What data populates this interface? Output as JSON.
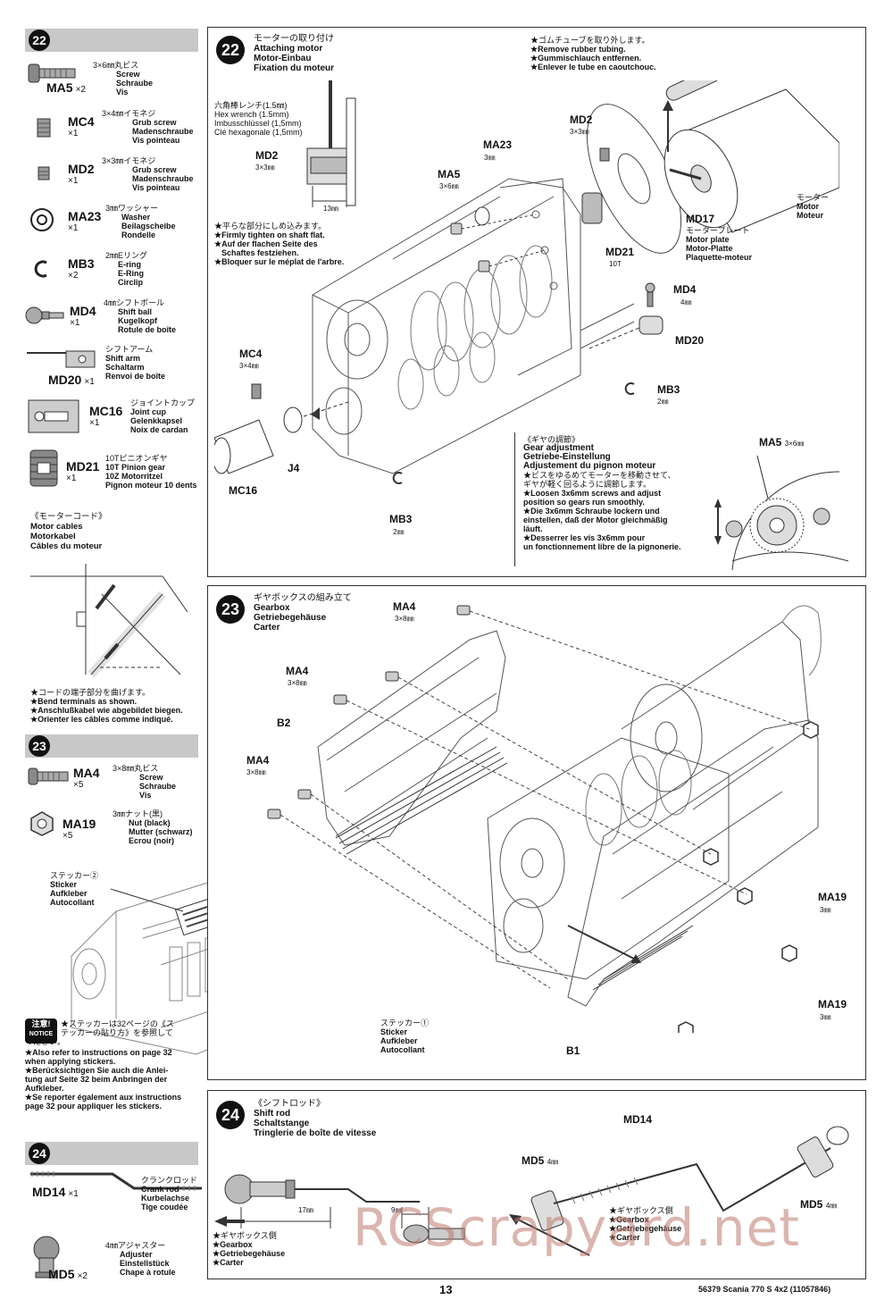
{
  "step22": {
    "number": "22",
    "titles": [
      "モーターの取り付け",
      "Attaching motor",
      "Motor-Einbau",
      "Fixation du moteur"
    ],
    "parts": [
      {
        "code": "MA5",
        "qty": "×2",
        "desc": [
          "3×6㎜丸ビス",
          "Screw",
          "Schraube",
          "Vis"
        ]
      },
      {
        "code": "MC4",
        "qty": "×1",
        "desc": [
          "3×4㎜イモネジ",
          "Grub screw",
          "Madenschraube",
          "Vis pointeau"
        ]
      },
      {
        "code": "MD2",
        "qty": "×1",
        "desc": [
          "3×3㎜イモネジ",
          "Grub screw",
          "Madenschraube",
          "Vis pointeau"
        ]
      },
      {
        "code": "MA23",
        "qty": "×1",
        "desc": [
          "3㎜ワッシャー",
          "Washer",
          "Beilagscheibe",
          "Rondelle"
        ]
      },
      {
        "code": "MB3",
        "qty": "×2",
        "desc": [
          "2㎜Eリング",
          "E-ring",
          "E-Ring",
          "Circlip"
        ]
      },
      {
        "code": "MD4",
        "qty": "×1",
        "desc": [
          "4㎜シフトボール",
          "Shift ball",
          "Kugelkopf",
          "Rotule de boîte"
        ]
      },
      {
        "code": "MD20",
        "qty": "×1",
        "desc": [
          "シフトアーム",
          "Shift arm",
          "Schaltarm",
          "Renvoi de boîte"
        ]
      },
      {
        "code": "MC16",
        "qty": "×1",
        "desc": [
          "ジョイントカップ",
          "Joint cup",
          "Gelenkkapsel",
          "Noix de cardan"
        ]
      },
      {
        "code": "MD21",
        "qty": "×1",
        "desc": [
          "10Tピニオンギヤ",
          "10T Pinion gear",
          "10Z Motorritzel",
          "Pignon moteur 10 dents"
        ]
      }
    ],
    "motor_cables": {
      "title": [
        "《モーターコード》",
        "Motor cables",
        "Motorkabel",
        "Câbles du moteur"
      ],
      "note": [
        "★コードの端子部分を曲げます。",
        "★Bend terminals as shown.",
        "★Anschlußkabel wie abgebildet biegen.",
        "★Orienter les câbles comme indiqué."
      ]
    },
    "hex_wrench": [
      "六角棒レンチ(1.5㎜)",
      "Hex wrench (1.5mm)",
      "Imbusschlüssel (1,5mm)",
      "Clé hexagonale (1,5mm)"
    ],
    "shaft_note": [
      "★平らな部分にしめ込みます。",
      "★Firmly tighten on shaft flat.",
      "★Auf der flachen Seite des",
      "Schaftes festziehen.",
      "★Bloquer sur le méplat de l'arbre."
    ],
    "tubing_note": [
      "★ゴムチューブを取り外します。",
      "★Remove rubber tubing.",
      "★Gummischlauch entfernen.",
      "★Enlever le tube en caoutchouc."
    ],
    "labels": {
      "md2": "MD2",
      "md2_size": "3×3㎜",
      "dim13": "13㎜",
      "ma23": "MA23",
      "ma23_size": "3㎜",
      "ma5": "MA5",
      "ma5_size": "3×6㎜",
      "md2b": "MD2",
      "md2b_size": "3×3㎜",
      "motor": [
        "モーター",
        "Motor",
        "Moteur"
      ],
      "md17": "MD17",
      "md17_desc": [
        "モータープレート",
        "Motor plate",
        "Motor-Platte",
        "Plaquette-moteur"
      ],
      "md21": "MD21",
      "md21_size": "10T",
      "md4": "MD4",
      "md4_size": "4㎜",
      "md20": "MD20",
      "mb3a": "MB3",
      "mb3a_size": "2㎜",
      "mc4": "MC4",
      "mc4_size": "3×4㎜",
      "j4": "J4",
      "mc16": "MC16",
      "mb3b": "MB3",
      "mb3b_size": "2㎜",
      "ma5b": "MA5",
      "ma5b_size": "3×6㎜"
    },
    "gear_adjust": [
      "《ギヤの調節》",
      "Gear adjustment",
      "Getriebe-Einstellung",
      "Adjustement du pignon moteur",
      "★ビスをゆるめてモーターを移動させて、",
      "ギヤが軽く回るように調節します。",
      "★Loosen 3x6mm screws and adjust",
      "position so gears run smoothly.",
      "★Die 3x6mm Schraube lockern und",
      "einstellen, daß der Motor gleichmäßig",
      "läuft.",
      "★Desserrer les vis 3x6mm pour",
      "un fonctionnement libre de la pignonerie."
    ]
  },
  "step23": {
    "number": "23",
    "titles": [
      "ギヤボックスの組み立て",
      "Gearbox",
      "Getriebegehäuse",
      "Carter"
    ],
    "parts": [
      {
        "code": "MA4",
        "qty": "×5",
        "desc": [
          "3×8㎜丸ビス",
          "Screw",
          "Schraube",
          "Vis"
        ]
      },
      {
        "code": "MA19",
        "qty": "×5",
        "desc": [
          "3㎜ナット(黒)",
          "Nut (black)",
          "Mutter (schwarz)",
          "Ecrou (noir)"
        ]
      }
    ],
    "sticker2": [
      "ステッカー②",
      "Sticker",
      "Aufkleber",
      "Autocollant"
    ],
    "sticker1": [
      "ステッカー①",
      "Sticker",
      "Aufkleber",
      "Autocollant"
    ],
    "notice_badge": [
      "注意!",
      "NOTICE"
    ],
    "notice": [
      "★ステッカーは32ページの《ス",
      "テッカーの貼り方》を参照して",
      "ください。",
      "★Also refer to instructions on page 32",
      "when applying stickers.",
      "★Berücksichtigen Sie auch die Anlei-",
      "tung auf Seite 32 beim Anbringen der",
      "Aufkleber.",
      "★Se reporter également aux instructions",
      "page 32 pour appliquer les stickers."
    ],
    "labels": {
      "ma4a": "MA4",
      "ma4a_size": "3×8㎜",
      "ma4b": "MA4",
      "ma4b_size": "3×8㎜",
      "ma4c": "MA4",
      "ma4c_size": "3×8㎜",
      "b2": "B2",
      "b1": "B1",
      "ma19a": "MA19",
      "ma19a_size": "3㎜",
      "ma19b": "MA19",
      "ma19b_size": "3㎜"
    }
  },
  "step24": {
    "number": "24",
    "titles": [
      "《シフトロッド》",
      "Shift rod",
      "Schaltstange",
      "Tringlerie de boîte de vitesse"
    ],
    "parts": [
      {
        "code": "MD14",
        "qty": "×1",
        "desc": [
          "クランクロッド",
          "Crank rod",
          "Kurbelachse",
          "Tige coudée"
        ]
      },
      {
        "code": "MD5",
        "qty": "×2",
        "desc": [
          "4㎜アジャスター",
          "Adjuster",
          "Einstellstück",
          "Chape à rotule"
        ]
      }
    ],
    "gearbox_side": [
      "★ギヤボックス側",
      "★Gearbox",
      "★Getriebegehäuse",
      "★Carter"
    ],
    "labels": {
      "dim17": "17㎜",
      "dim9": "9㎜",
      "md14": "MD14",
      "md5a": "MD5",
      "md5a_size": "4㎜",
      "md5b": "MD5",
      "md5b_size": "4㎜"
    }
  },
  "footer": {
    "page": "13",
    "model": "56379 Scania 770 S 4x2 (11057846)"
  },
  "watermark": "RCScrapyard.net"
}
